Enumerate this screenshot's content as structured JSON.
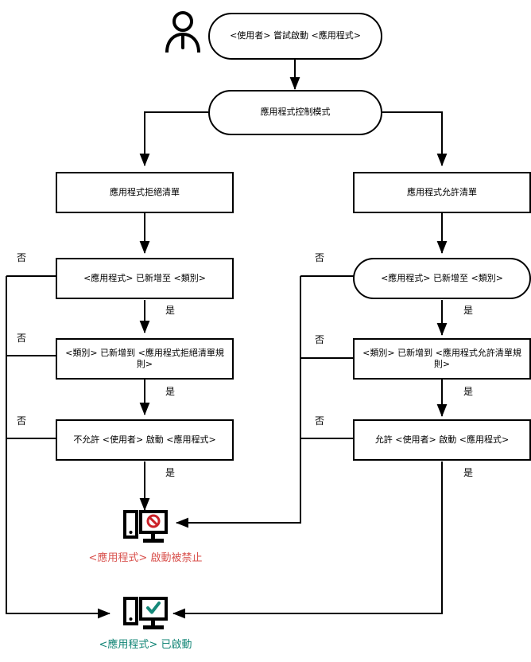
{
  "diagram": {
    "title": "Application Control operation flow",
    "colors": {
      "stroke": "#000000",
      "background": "#ffffff",
      "blocked_text": "#d9534f",
      "blocked_icon": "#cc2229",
      "allowed_text": "#128576",
      "allowed_icon": "#15897a"
    },
    "actor": {
      "icon": "user-person-icon"
    },
    "nodes": {
      "start": {
        "label": "<使用者> 嘗試啟動 <應用程式>",
        "shape": "stadium"
      },
      "mode": {
        "label": "應用程式控制模式",
        "shape": "stadium"
      },
      "denylist": {
        "label": "應用程式拒絕清單",
        "shape": "rect"
      },
      "allowlist": {
        "label": "應用程式允許清單",
        "shape": "rect"
      },
      "deny_added_category": {
        "label": "<應用程式> 已新增至 <類別>",
        "shape": "rect"
      },
      "allow_added_category": {
        "label": "<應用程式> 已新增至 <類別>",
        "shape": "stadium"
      },
      "deny_category_rule": {
        "label": "<類別> 已新增到 <應用程式拒絕清單規則>",
        "shape": "rect"
      },
      "allow_category_rule": {
        "label": "<類別> 已新增到 <應用程式允許清單規則>",
        "shape": "rect"
      },
      "deny_start": {
        "label": "不允許 <使用者> 啟動 <應用程式>",
        "shape": "rect"
      },
      "allow_start": {
        "label": "允許 <使用者> 啟動 <應用程式>",
        "shape": "rect"
      }
    },
    "terminals": {
      "blocked": {
        "icon": "monitor-blocked-icon",
        "caption": "<應用程式> 啟動被禁止"
      },
      "allowed": {
        "icon": "monitor-allowed-icon",
        "caption": "<應用程式> 已啟動"
      }
    },
    "edge_labels": {
      "no": "否",
      "yes": "是"
    },
    "edges": [
      {
        "from": "start",
        "to": "mode",
        "label": ""
      },
      {
        "from": "mode",
        "to": "denylist",
        "label": ""
      },
      {
        "from": "mode",
        "to": "allowlist",
        "label": ""
      },
      {
        "from": "denylist",
        "to": "deny_added_category",
        "label": ""
      },
      {
        "from": "allowlist",
        "to": "allow_added_category",
        "label": ""
      },
      {
        "from": "deny_added_category",
        "to": "deny_category_rule",
        "label": "是"
      },
      {
        "from": "deny_added_category",
        "to": "allowed",
        "label": "否"
      },
      {
        "from": "deny_category_rule",
        "to": "deny_start",
        "label": "是"
      },
      {
        "from": "deny_category_rule",
        "to": "allowed",
        "label": "否"
      },
      {
        "from": "deny_start",
        "to": "blocked",
        "label": "是"
      },
      {
        "from": "deny_start",
        "to": "allowed",
        "label": "否"
      },
      {
        "from": "allow_added_category",
        "to": "allow_category_rule",
        "label": "是"
      },
      {
        "from": "allow_added_category",
        "to": "blocked",
        "label": "否"
      },
      {
        "from": "allow_category_rule",
        "to": "allow_start",
        "label": "是"
      },
      {
        "from": "allow_category_rule",
        "to": "blocked",
        "label": "否"
      },
      {
        "from": "allow_start",
        "to": "allowed",
        "label": "是"
      },
      {
        "from": "allow_start",
        "to": "blocked",
        "label": "否"
      }
    ]
  }
}
